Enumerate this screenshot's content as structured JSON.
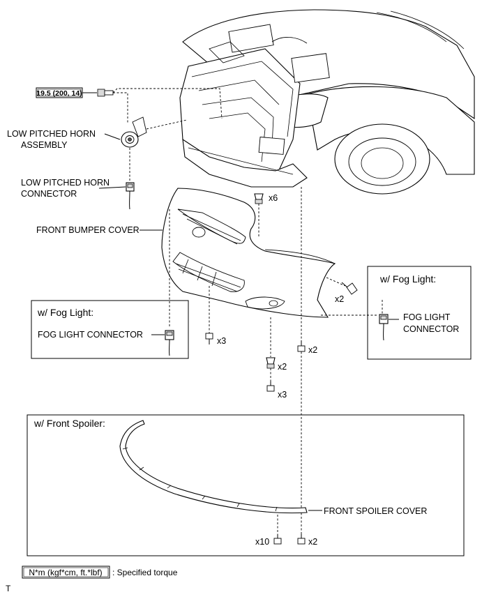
{
  "labels": {
    "torque_spec": "19.5 (200, 14)",
    "low_horn_assembly_1": "LOW PITCHED HORN",
    "low_horn_assembly_2": "ASSEMBLY",
    "low_horn_connector_1": "LOW PITCHED HORN",
    "low_horn_connector_2": "CONNECTOR",
    "front_bumper_cover": "FRONT BUMPER COVER",
    "fog_light_connector_left": "FOG LIGHT CONNECTOR",
    "fog_light_connector_right_1": "FOG LIGHT",
    "fog_light_connector_right_2": "CONNECTOR",
    "front_spoiler_cover": "FRONT SPOILER COVER"
  },
  "boxes": {
    "fog_left_title": "w/ Fog Light:",
    "fog_right_title": "w/ Fog Light:",
    "spoiler_title": "w/ Front Spoiler:"
  },
  "counts": {
    "x6": "x6",
    "x2_side": "x2",
    "x3_left": "x3",
    "x2_clip": "x2",
    "x3_bottom": "x3",
    "x2_right": "x2",
    "x10": "x10",
    "x2_spoiler": "x2"
  },
  "legend": {
    "unit": "N*m (kgf*cm, ft.*lbf)",
    "text": ": Specified torque"
  },
  "corner_mark": "T"
}
